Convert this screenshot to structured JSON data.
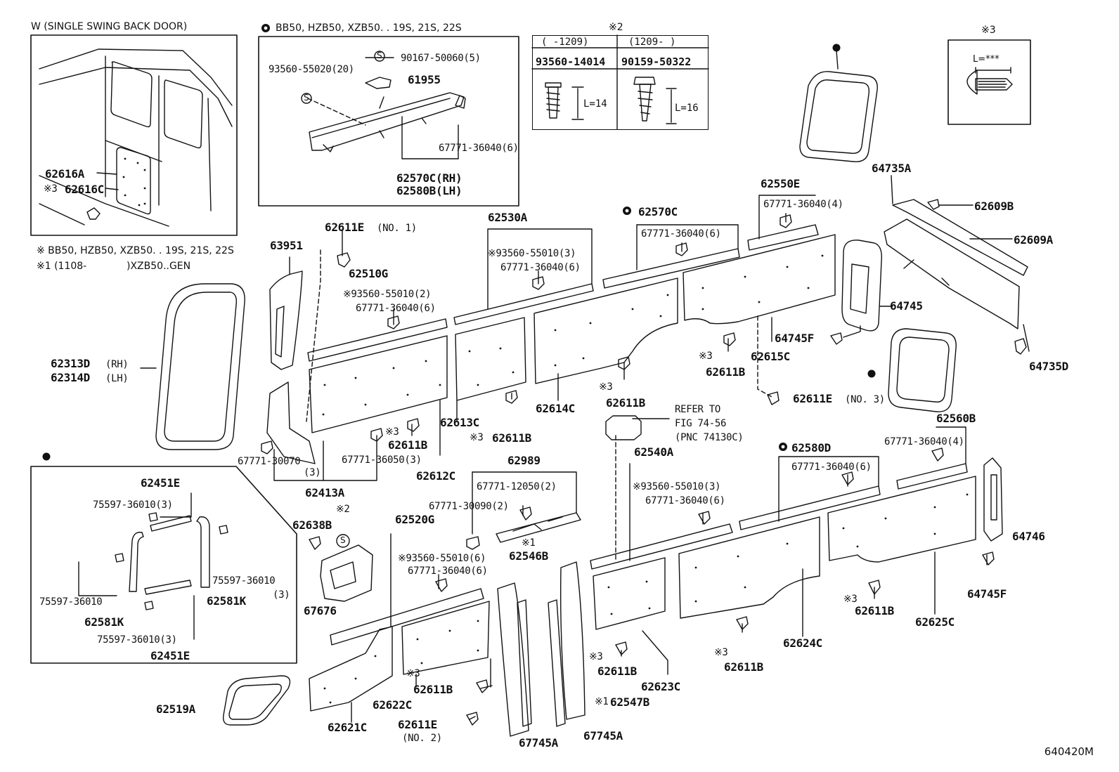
{
  "notes": {
    "single_swing": "W (SINGLE SWING BACK DOOR)",
    "bb50_head": "BB50, HZB50, XZB50. . 19S, 21S, 22S",
    "bb50_mark_line": "※ BB50, HZB50, XZB50. . 19S, 21S, 22S",
    "mark1_line_a": "※1 (1108-",
    "mark1_line_b": ")XZB50..GEN",
    "mark2": "※2",
    "mark3": "※3",
    "mark3_length": "L=***",
    "mark3_prefix": "※3",
    "mark1_prefix": "※1",
    "refer_1": "REFER TO",
    "refer_2": "FIG 74-56",
    "refer_3": "(PNC 74130C)",
    "code": "640420M"
  },
  "bolt_table": {
    "col1_range": "(     -1209)",
    "col2_range": "(1209-      )",
    "col1_part": "93560-14014",
    "col2_part": "90159-50322",
    "col1_len": "L=14",
    "col2_len": "L=16"
  },
  "labels": {
    "p62616A": "62616A",
    "p62616C": "62616C",
    "p90167": "90167-50060(5)",
    "p93560_20": "93560-55020(20)",
    "p61955": "61955",
    "p67771_6_inset": "67771-36040(6)",
    "p62570C": "62570C(RH)",
    "p62580B": "62580B(LH)",
    "p62550E": "62550E",
    "p67771_4_a": "67771-36040(4)",
    "p64735A": "64735A",
    "p62609B": "62609B",
    "p62609A": "62609A",
    "p62611E1": "62611E",
    "p62611E1_no": "(NO. 1)",
    "p62530A": "62530A",
    "p62570C_top": "62570C",
    "p93560_3_a": "※93560-55010(3)",
    "p67771_6_a": "67771-36040(6)",
    "p67771_6_b": "67771-36040(6)",
    "p63951": "63951",
    "p62510G": "62510G",
    "p93560_2": "※93560-55010(2)",
    "p67771_6_c": "67771-36040(6)",
    "p64745": "64745",
    "p64745F_a": "64745F",
    "p62615C": "62615C",
    "p62611B_a": "62611B",
    "p62313D": "62313D",
    "p62313D_s": "(RH)",
    "p62314D": "62314D",
    "p62314D_s": "(LH)",
    "p64735D": "64735D",
    "p62611B_b": "62611B",
    "p62614C": "62614C",
    "p62613C": "62613C",
    "p62611B_c": "62611B",
    "p62611E3": "62611E",
    "p62611E3_no": "(NO. 3)",
    "p62611B_d": "62611B",
    "p67771_30070": "67771-30070",
    "p30070_q": "(3)",
    "p67771_30050": "67771-36050(3)",
    "p62413A": "62413A",
    "p62612C": "62612C",
    "p62989": "62989",
    "p62540A": "62540A",
    "p62580D": "62580D",
    "p67771_6_d": "67771-36040(6)",
    "p62560B": "62560B",
    "p67771_4_b": "67771-36040(4)",
    "p62451E_top": "62451E",
    "p75597_3_a": "75597-36010(3)",
    "p67771_12050": "67771-12050(2)",
    "p67771_30090": "67771-30090(2)",
    "p93560_3_b": "※93560-55010(3)",
    "p67771_6_e": "67771-36040(6)",
    "p62638B": "62638B",
    "p62520G": "62520G",
    "p62546B": "62546B",
    "p64746": "64746",
    "p75597_b": "75597-36010",
    "p75597_b_q": "(3)",
    "p62581K_r": "62581K",
    "p93560_6": "※93560-55010(6)",
    "p67771_6_f": "67771-36040(6)",
    "p75597_c": "75597-36010",
    "p62581K_l": "62581K",
    "p67676": "67676",
    "p75597_3_d": "75597-36010(3)",
    "p62451E_bot": "62451E",
    "p64745F_b": "64745F",
    "p62611B_e": "62611B",
    "p62625C": "62625C",
    "p62624C": "62624C",
    "p62611B_f": "62611B",
    "p62623C": "62623C",
    "p62611B_g": "62611B",
    "p62611B_h": "62611B",
    "p62622C": "62622C",
    "p62519A": "62519A",
    "p62621C": "62621C",
    "p62611E2": "62611E",
    "p62611E2_no": "(NO. 2)",
    "p62547B": "62547B",
    "p67745A_l": "67745A",
    "p67745A_r": "67745A",
    "s_mark": "S"
  }
}
